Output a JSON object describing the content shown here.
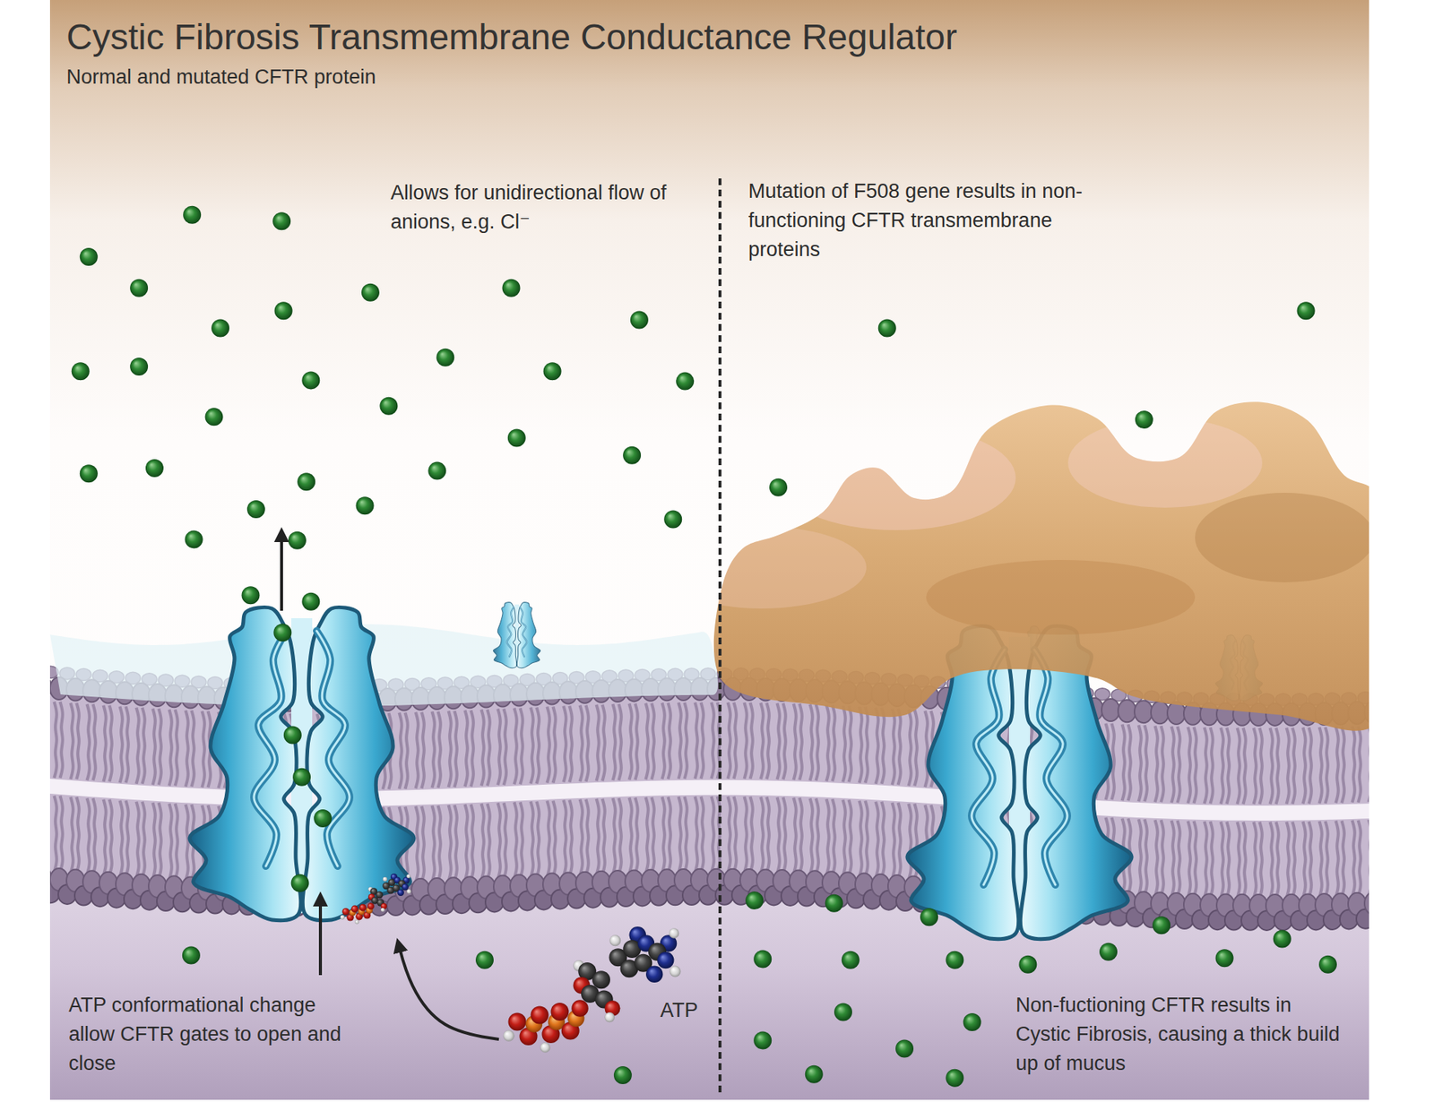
{
  "diagram": {
    "title": "Cystic Fibrosis Transmembrane Conductance Regulator",
    "labels": [
      "Normal and mutated CFTR protein",
      "Allows for unidirectional flow of anions, e.g. Cl⁻",
      "Mutation of F508 gene results in non-functioning CFTR transmembrane proteins",
      "ATP conformational change allow CFTR gates to open and close",
      "ATP",
      "Non-fuctioning CFTR results in Cystic Fibrosis, causing a thick build up of mucus"
    ]
  }
}
